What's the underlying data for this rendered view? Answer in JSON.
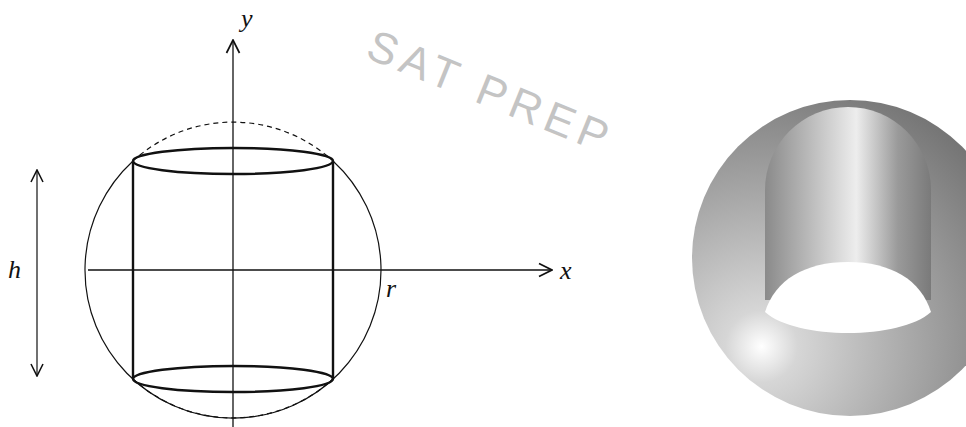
{
  "diagram": {
    "labels": [
      "y",
      "x",
      "h",
      "r",
      "SAT PREP"
    ]
  }
}
